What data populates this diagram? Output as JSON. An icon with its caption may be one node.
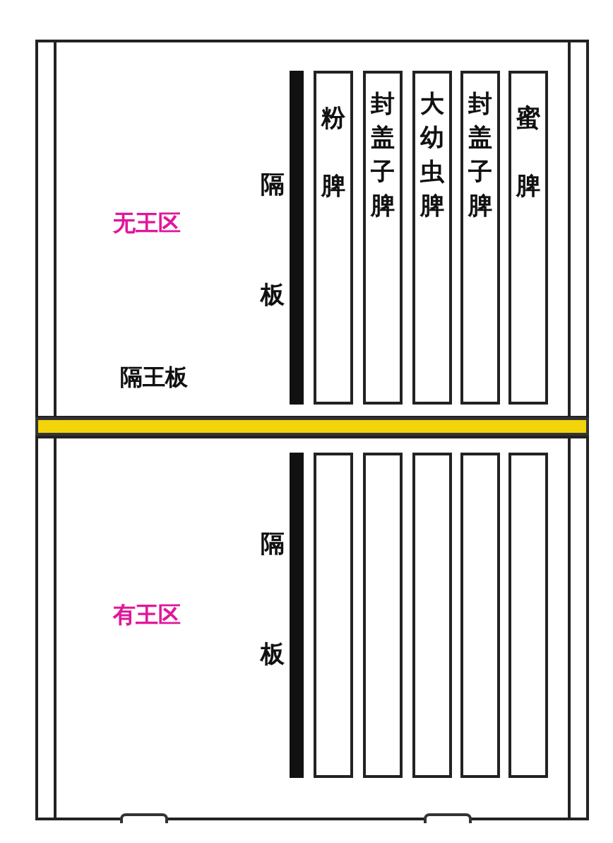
{
  "diagram": {
    "nodes": [
      {
        "text": [
          "无王区"
        ]
      },
      {
        "text": [],
        "shape": "bar",
        "beside": [
          "隔板"
        ],
        "in": 0
      },
      {
        "text": [
          "粉脾"
        ],
        "in": 0
      },
      {
        "text": [
          "封盖子脾"
        ],
        "in": 0
      },
      {
        "text": [
          "大幼虫脾"
        ],
        "in": 0
      },
      {
        "text": [
          "封盖子脾"
        ],
        "in": 0
      },
      {
        "text": [
          "蜜脾"
        ],
        "in": 0
      },
      {
        "text": [],
        "shape": "bar",
        "beside": [
          "隔王板"
        ]
      },
      {
        "text": [
          "有王区"
        ]
      },
      {
        "text": [],
        "shape": "bar",
        "beside": [
          "隔板"
        ],
        "in": 8
      },
      {
        "text": [],
        "shape": "box",
        "in": 8
      },
      {
        "text": [],
        "shape": "box",
        "in": 8
      },
      {
        "text": [],
        "shape": "box",
        "in": 8
      },
      {
        "text": [],
        "shape": "box",
        "in": 8
      },
      {
        "text": [],
        "shape": "box",
        "in": 8
      }
    ],
    "edges": []
  }
}
